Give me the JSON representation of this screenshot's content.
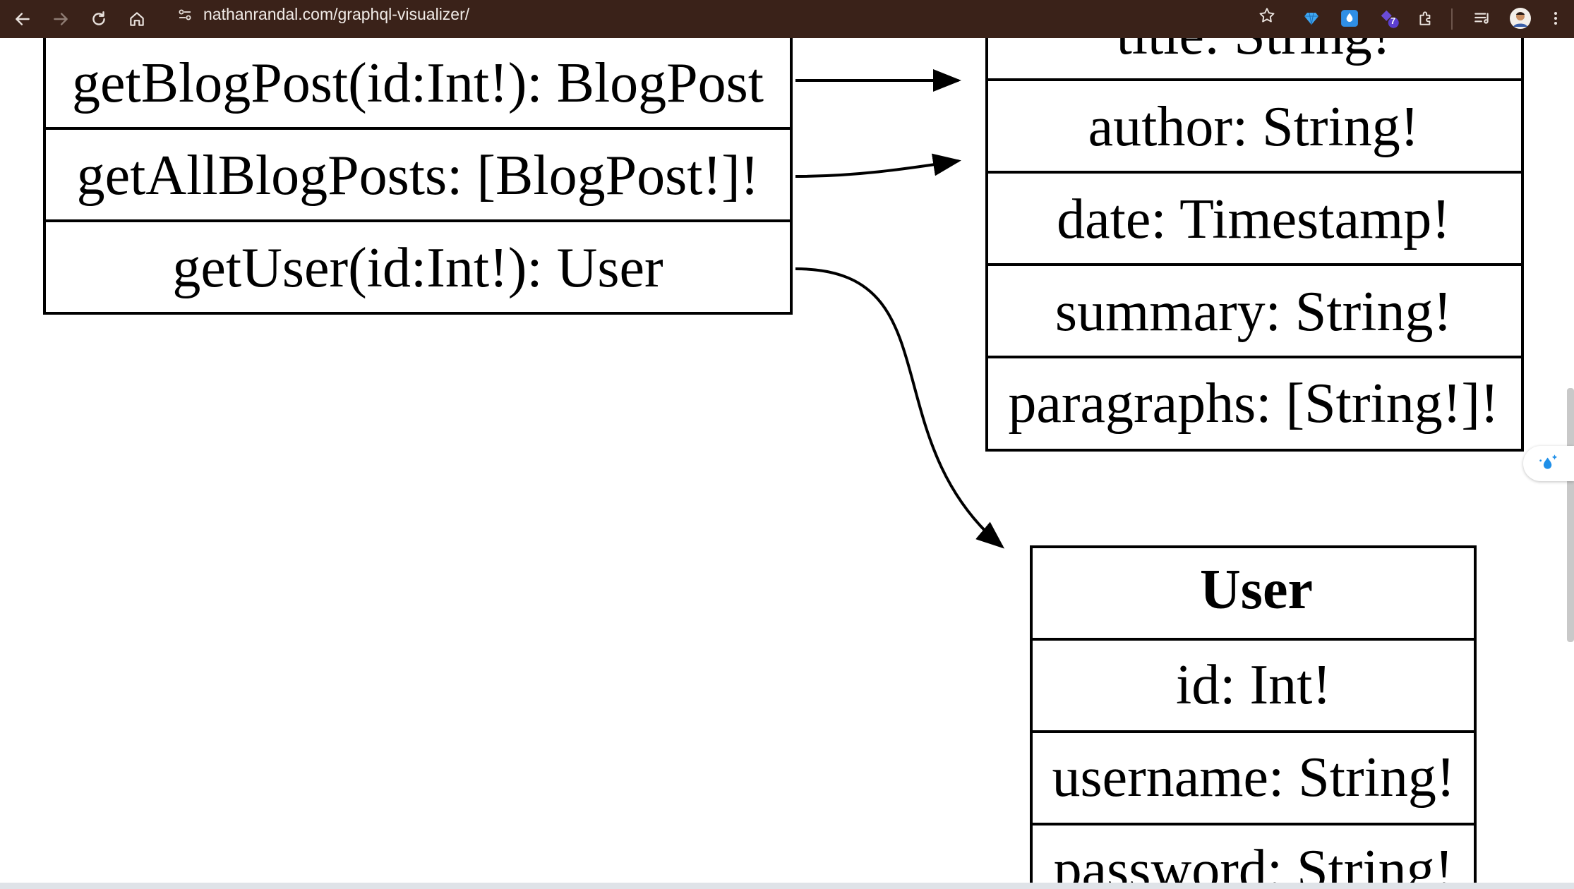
{
  "browser": {
    "url": "nathanrandal.com/graphql-visualizer/",
    "extension_badge": "7",
    "icons": {
      "back": "arrow-left-icon",
      "forward": "arrow-right-icon",
      "reload": "reload-icon",
      "home": "home-icon",
      "site_info": "tune-icon",
      "bookmark": "star-icon",
      "extensions": "puzzle-icon",
      "reading_list": "reading-list-icon",
      "menu": "kebab-menu-icon"
    },
    "colors": {
      "toolbar": "#3a2219",
      "text": "#e9e2dd"
    }
  },
  "graph": {
    "query_node": {
      "fields": [
        "getBlogPost(id:Int!): BlogPost",
        "getAllBlogPosts: [BlogPost!]!",
        "getUser(id:Int!): User"
      ]
    },
    "blogpost_node": {
      "fields": [
        "title: String!",
        "author: String!",
        "date: Timestamp!",
        "summary: String!",
        "paragraphs: [String!]!"
      ]
    },
    "user_node": {
      "title": "User",
      "fields": [
        "id: Int!",
        "username: String!",
        "password: String!"
      ]
    }
  }
}
